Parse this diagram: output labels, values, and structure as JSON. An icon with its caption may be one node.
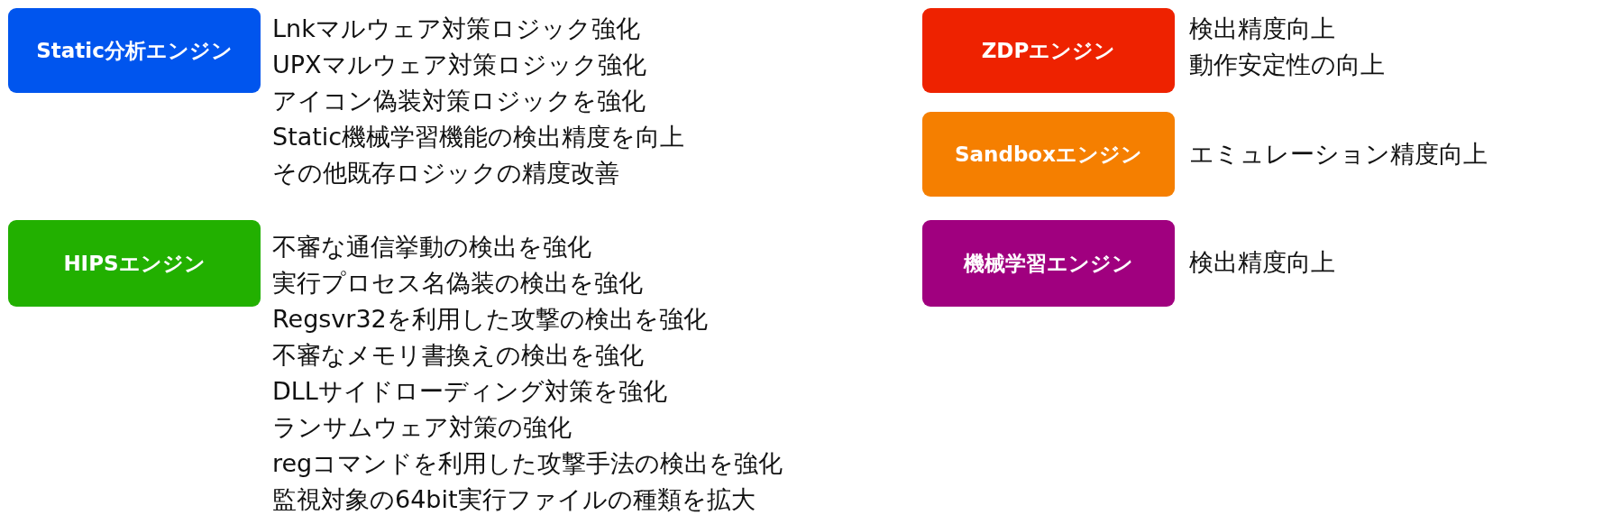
{
  "diagram": {
    "nodes": [
      {
        "text": [
          "Static分析エンジン"
        ],
        "beside": [
          "Lnkマルウェア対策ロジック強化",
          "UPXマルウェア対策ロジック強化",
          "アイコン偽装対策ロジックを強化",
          "Static機械学習機能の検出精度を向上",
          "その他既存ロジックの精度改善"
        ]
      },
      {
        "text": [
          "HIPSエンジン"
        ],
        "beside": [
          "不審な通信挙動の検出を強化",
          "実行プロセス名偽装の検出を強化",
          "Regsvr32を利用した攻撃の検出を強化",
          "不審なメモリ書換えの検出を強化",
          "DLLサイドローディング対策を強化",
          "ランサムウェア対策の強化",
          "regコマンドを利用した攻撃手法の検出を強化",
          "監視対象の64bit実行ファイルの種類を拡大"
        ]
      },
      {
        "text": [
          "ZDPエンジン"
        ],
        "beside": [
          "検出精度向上",
          "動作安定性の向上"
        ]
      },
      {
        "text": [
          "Sandboxエンジン"
        ],
        "beside": [
          "エミュレーション精度向上"
        ]
      },
      {
        "text": [
          "機械学習エンジン"
        ],
        "beside": [
          "検出精度向上"
        ]
      }
    ]
  }
}
